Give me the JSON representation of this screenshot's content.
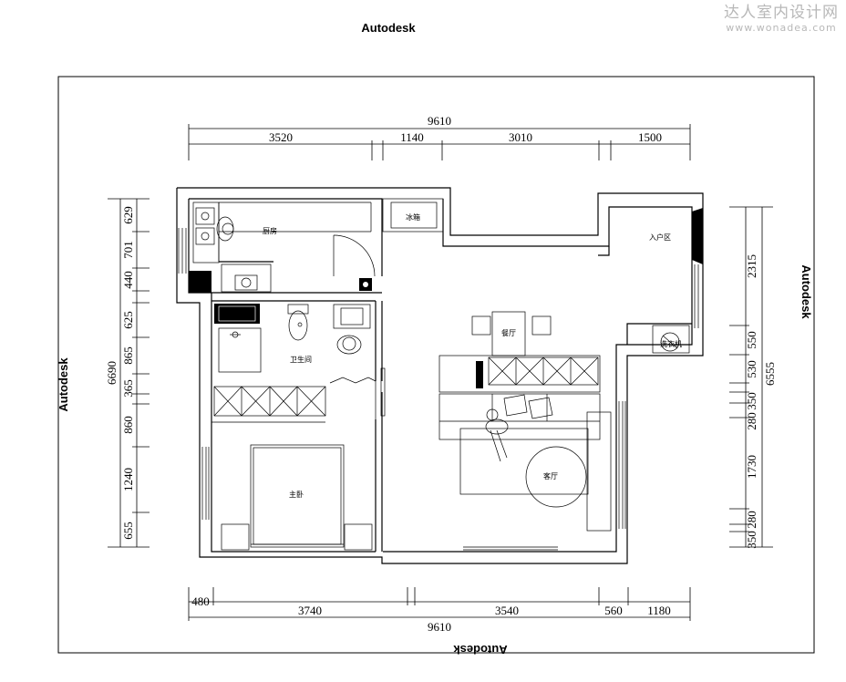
{
  "watermark": {
    "cn": "达人室内设计网",
    "url": "www.wonadea.com"
  },
  "brand": {
    "top": "Autodesk",
    "bottom": "Autodesk",
    "left": "Autodesk",
    "right": "Autodesk"
  },
  "rooms": {
    "kitchen": "厨房",
    "fridge": "冰箱",
    "entry": "入户区",
    "dining": "餐厅",
    "washer": "洗衣机",
    "bathroom": "卫生间",
    "living": "客厅",
    "master_bedroom": "主卧"
  },
  "dims": {
    "top_total": "9610",
    "top": [
      "3520",
      "1140",
      "3010",
      "1500"
    ],
    "bottom_total": "9610",
    "bottom": [
      "480",
      "3740",
      "3540",
      "560",
      "1180"
    ],
    "left_total": "6690",
    "left": [
      "629",
      "701",
      "440",
      "625",
      "865",
      "365",
      "860",
      "1240",
      "655"
    ],
    "right_total": "6555",
    "right": [
      "2315",
      "550",
      "530",
      "350",
      "280",
      "1730",
      "280",
      "350"
    ]
  }
}
